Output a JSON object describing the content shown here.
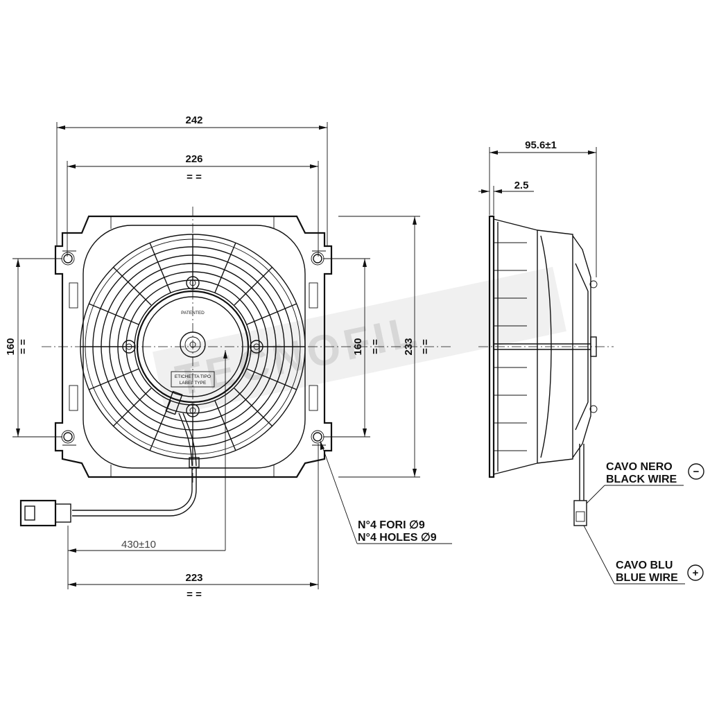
{
  "dimensions": {
    "overall_width": "242",
    "mount_width": "226",
    "mount_width_sym": "= =",
    "hole_span_vertical": "160",
    "hole_span_vertical_sym": "= =",
    "center_span": "160",
    "center_span_sym": "= =",
    "overall_height": "233",
    "overall_height_sym": "= =",
    "cable_length": "430±10",
    "bottom_width": "223",
    "bottom_width_sym": "= =",
    "side_depth": "95.6±1",
    "flange_thickness": "2.5"
  },
  "labels": {
    "holes_it": "N°4 FORI ∅9",
    "holes_en": "N°4 HOLES ∅9",
    "patented": "PATENTED",
    "label_type_it": "ETICHETTA TIPO",
    "label_type_en": "LABEL TYPE",
    "black_wire_it": "CAVO NERO",
    "black_wire_en": "BLACK WIRE",
    "black_wire_polarity": "−",
    "blue_wire_it": "CAVO BLU",
    "blue_wire_en": "BLUE WIRE",
    "blue_wire_polarity": "+"
  },
  "watermark": "TECNOFIL"
}
